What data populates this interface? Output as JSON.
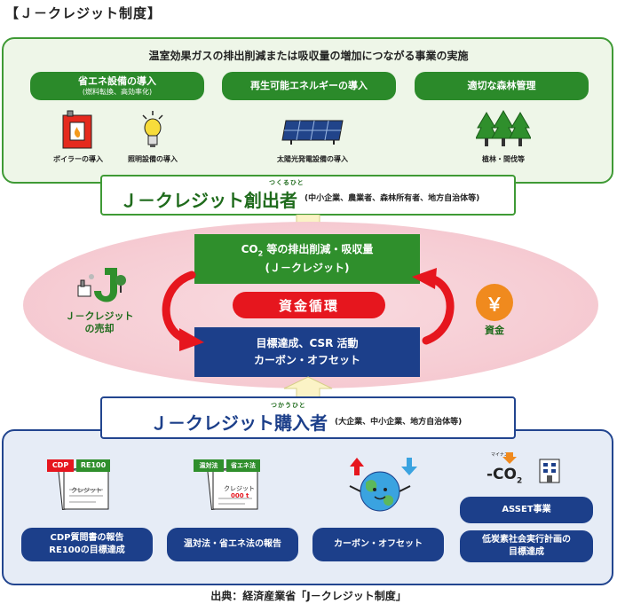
{
  "title": "【Ｊ－クレジット制度】",
  "top": {
    "heading": "温室効果ガスの排出削減または吸収量の増加につながる事業の実施",
    "pills": [
      {
        "label": "省エネ設備の導入",
        "sub": "(燃料転換、高効率化)"
      },
      {
        "label": "再生可能エネルギーの導入"
      },
      {
        "label": "適切な森林管理"
      }
    ],
    "captions": [
      "ボイラーの導入",
      "照明設備の導入",
      "太陽光発電設備の導入",
      "植林・間伐等"
    ]
  },
  "creator": {
    "title": "Ｊ－クレジット創出者",
    "ruby": "つくるひと",
    "sub": "(中小企業、農業者、森林所有者、地方自治体等)"
  },
  "center": {
    "green_line1_a": "CO",
    "green_line1_b": "2",
    "green_line1_c": " 等の排出削減・吸収量",
    "green_line2": "(Ｊ－クレジット)",
    "red_label": "資金循環",
    "blue_line1": "目標達成、CSR 活動",
    "blue_line2": "カーボン・オフセット"
  },
  "left_side": {
    "line1": "Ｊ－クレジット",
    "line2": "の売却"
  },
  "right_side": {
    "symbol": "￥",
    "label": "資金"
  },
  "buyer": {
    "title": "Ｊ－クレジット購入者",
    "ruby": "つかうひと",
    "sub": "(大企業、中小企業、地方自治体等)"
  },
  "bottom": {
    "doc1_tags": [
      "CDP",
      "RE100"
    ],
    "doc1_paper": "クレジット",
    "doc2_tags": [
      "温対法",
      "省エネ法"
    ],
    "doc2_paper": "クレジット",
    "doc2_amount": "000 t",
    "co2_small": "マイナス",
    "co2_text": "-CO",
    "co2_sub": "2",
    "pills": [
      {
        "line1": "CDP質問書の報告",
        "line2": "RE100の目標達成"
      },
      {
        "line1": "温対法・省エネ法の報告"
      },
      {
        "line1": "カーボン・オフセット"
      },
      {
        "line1": "ASSET事業"
      },
      {
        "line1": "低炭素社会実行計画の",
        "line2": "目標達成"
      }
    ]
  },
  "source": "出典：経済産業省「J－クレジット制度」",
  "colors": {
    "green": "#2f8f2c",
    "blue": "#1c3f8a",
    "red": "#e6161e",
    "orange": "#f08a1e"
  }
}
